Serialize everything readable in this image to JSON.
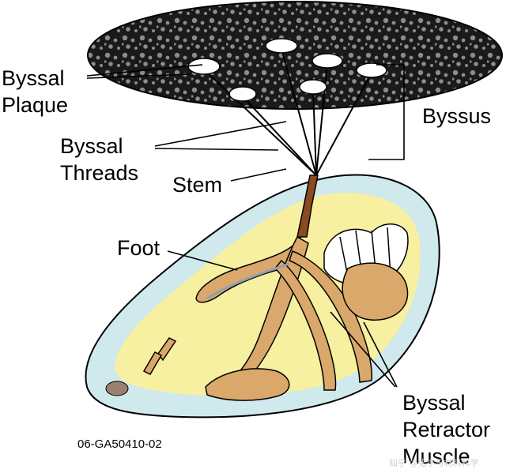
{
  "diagram": {
    "labels": {
      "byssal_plaque": [
        "Byssal",
        "Plaque"
      ],
      "byssus": "Byssus",
      "byssal_threads": [
        "Byssal",
        "Threads"
      ],
      "stem": "Stem",
      "foot": "Foot",
      "byssal_retractor_muscle": [
        "Byssal",
        "Retractor",
        "Muscle"
      ]
    },
    "figure_code": "06-GA50410-02",
    "watermark": "知乎 @化学与材料科学"
  },
  "colors": {
    "rock": "#1a1a1a",
    "rock_spots": "#8c8c8c",
    "shell": "#cfe9ec",
    "body": "#f7f0a0",
    "tissue": "#d9a86a",
    "tissue_dark": "#b07a3a",
    "stem": "#8a4a22",
    "gill": "#ffffff"
  }
}
